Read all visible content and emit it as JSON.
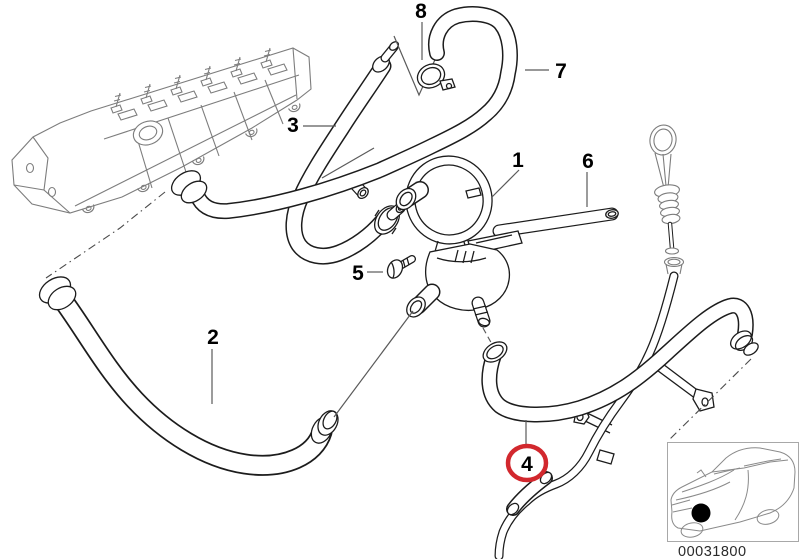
{
  "callouts": [
    {
      "label": "1"
    },
    {
      "label": "2"
    },
    {
      "label": "3"
    },
    {
      "label": "4"
    },
    {
      "label": "5"
    },
    {
      "label": "6"
    },
    {
      "label": "7"
    },
    {
      "label": "8"
    }
  ],
  "highlight": {
    "label": "4",
    "color": "#d2282e"
  },
  "inset": {
    "part_code": "00031800"
  },
  "colors": {
    "drawing_line": "#1c1c1c",
    "secondary_line": "#7d7d7d"
  }
}
